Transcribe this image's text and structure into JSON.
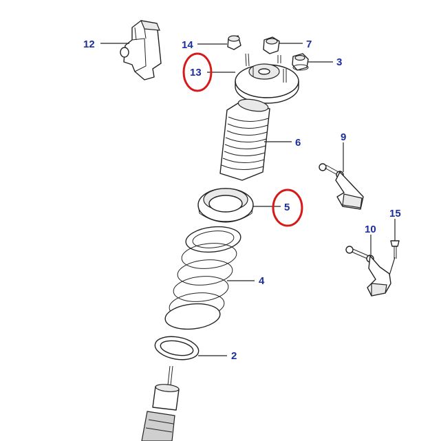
{
  "callouts": {
    "c12": "12",
    "c14": "14",
    "c7": "7",
    "c3": "3",
    "c13": "13",
    "c6": "6",
    "c9": "9",
    "c5": "5",
    "c15": "15",
    "c10": "10",
    "c4": "4",
    "c2": "2"
  },
  "highlighted_callouts": [
    "13",
    "5"
  ],
  "colors": {
    "label": "#1a2ea0",
    "highlight": "#d61a1a",
    "line": "#222222"
  }
}
